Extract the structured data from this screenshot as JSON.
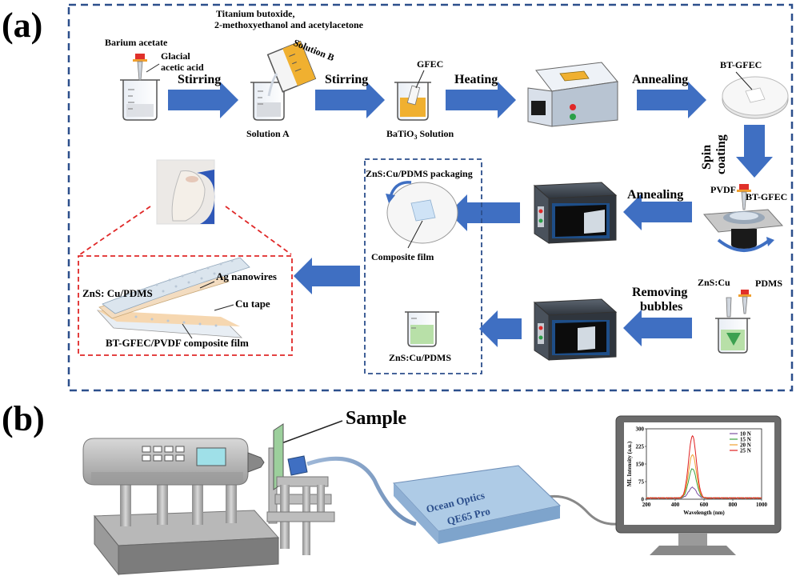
{
  "panel_a": {
    "label": "(a)",
    "materials": {
      "barium_acetate": "Barium acetate",
      "glacial_acetic_acid_1": "Glacial",
      "glacial_acetic_acid_2": "acetic acid",
      "titanium_1": "Titanium butoxide,",
      "titanium_2": "2-methoxyethanol and acetylacetone",
      "solution_b": "Solution B",
      "solution_a": "Solution A",
      "gfec": "GFEC",
      "batio3_main": "BaTiO",
      "batio3_sub": "3",
      "batio3_suffix": " Solution",
      "bt_gfec_top": "BT-GFEC",
      "pvdf": "PVDF",
      "bt_gfec_spin": "BT-GFEC",
      "zns_cu": "ZnS:Cu",
      "pdms": "PDMS",
      "packaging": "ZnS:Cu/PDMS packaging",
      "composite_film": "Composite film",
      "zns_pdms": "ZnS:Cu/PDMS",
      "ag_nanowires": "Ag nanowires",
      "zns_cu_pdms_layer": "ZnS: Cu/PDMS",
      "cu_tape": "Cu tape",
      "composite_label": "BT-GFEC/PVDF composite film"
    },
    "steps": {
      "stirring_1": "Stirring",
      "stirring_2": "Stirring",
      "heating": "Heating",
      "annealing_1": "Annealing",
      "spin_1": "Spin",
      "spin_2": "coating",
      "annealing_2": "Annealing",
      "removing_1": "Removing",
      "removing_2": "bubbles"
    }
  },
  "panel_b": {
    "label": "(b)",
    "sample": "Sample",
    "spectrometer_1": "Ocean Optics",
    "spectrometer_2": "QE65 Pro"
  },
  "chart_data": {
    "type": "line",
    "xlabel": "Wavelength (nm)",
    "ylabel": "ML Intensity (a.u.)",
    "xlim": [
      200,
      1000
    ],
    "ylim": [
      0,
      300
    ],
    "xticks": [
      200,
      400,
      600,
      800,
      1000
    ],
    "yticks": [
      0,
      75,
      150,
      225,
      300
    ],
    "peak_wavelength": 520,
    "baseline": 5,
    "series": [
      {
        "name": "10 N",
        "color": "#7a4fa0",
        "peak": 45
      },
      {
        "name": "15 N",
        "color": "#3aa040",
        "peak": 125
      },
      {
        "name": "20 N",
        "color": "#f0a030",
        "peak": 185
      },
      {
        "name": "25 N",
        "color": "#e02020",
        "peak": 265
      }
    ]
  }
}
